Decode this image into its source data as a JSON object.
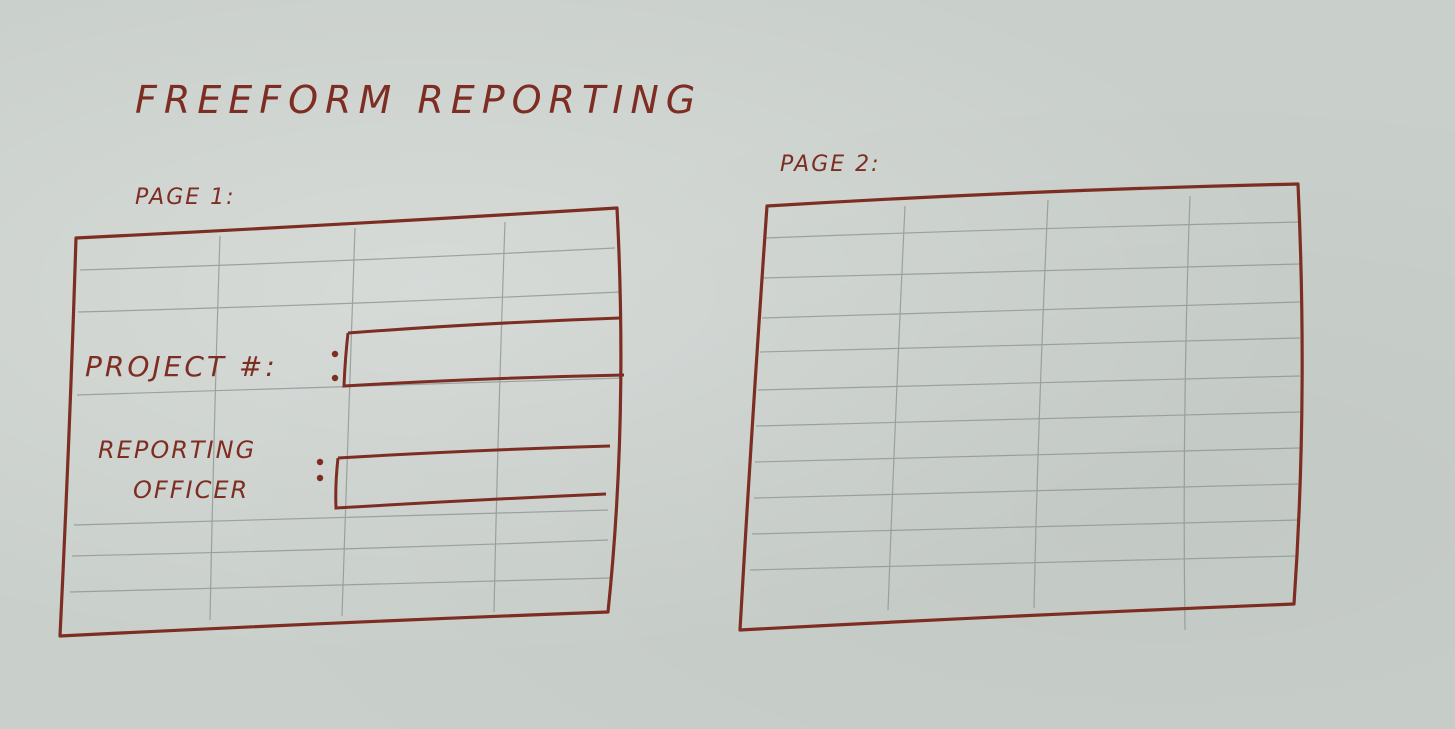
{
  "title": "FREEFORM REPORTING",
  "page1": {
    "label": "PAGE 1:",
    "fields": [
      {
        "label": "PROJECT #:"
      },
      {
        "label_line1": "REPORTING",
        "label_line2": "OFFICER"
      }
    ]
  },
  "page2": {
    "label": "PAGE 2:"
  },
  "colors": {
    "ink": "#7d2d22",
    "pencil": "#8d9691",
    "paper": "#c9cfcb"
  }
}
